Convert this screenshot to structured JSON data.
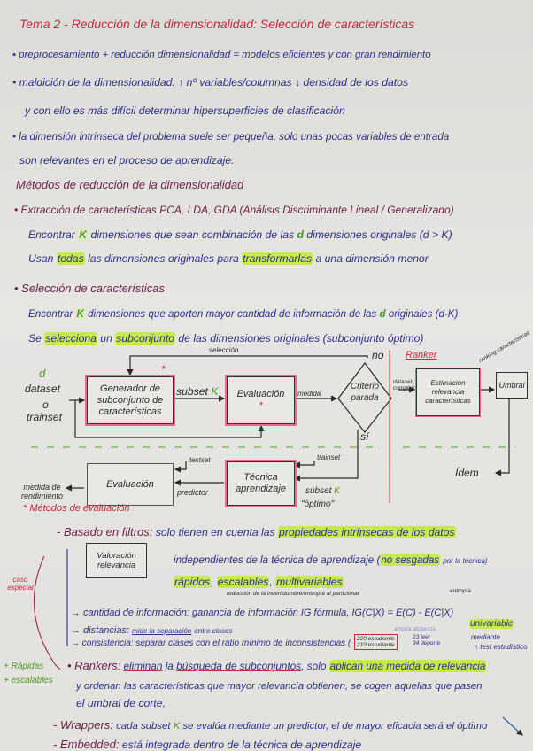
{
  "title": "Tema 2 - Reducción de la dimensionalidad: Selección de características",
  "intro": {
    "l1": "• preprocesamiento + reducción dimensionalidad = modelos eficientes y con gran rendimiento",
    "l2": "• maldición de la dimensionalidad: ↑ nº variables/columnas ↓ densidad de los datos",
    "l3": "y con ello es más difícil determinar hipersuperficies de clasificación",
    "l4": "• la dimensión intrínseca del problema suele ser pequeña, solo unas pocas variables de entrada",
    "l5": "son relevantes en el proceso de aprendizaje."
  },
  "methods": {
    "heading": "Métodos de reducción de la dimensionalidad",
    "extraction": {
      "title": "• Extracción de características PCA, LDA, GDA (Análisis Discriminante Lineal / Generalizado)",
      "l1a": "Encontrar",
      "l1k": "K",
      "l1b": "dimensiones que sean combinación de las",
      "l1d": "d",
      "l1c": "dimensiones originales (d > K)",
      "l2a": "Usan",
      "l2h1": "todas",
      "l2b": "las dimensiones originales para",
      "l2h2": "transformarlas",
      "l2c": "a una dimensión menor"
    },
    "selection": {
      "title": "• Selección de características",
      "l1a": "Encontrar",
      "l1k": "K",
      "l1b": "dimensiones que aporten mayor cantidad de información de las",
      "l1d": "d",
      "l1c": "originales (d-K)",
      "l2a": "Se",
      "l2h1": "selecciona",
      "l2b": "un",
      "l2h2": "subconjunto",
      "l2c": "de las dimensiones originales (subconjunto óptimo)"
    }
  },
  "diagram": {
    "seleccion": "selección",
    "d": "d",
    "dataset": "dataset",
    "o": "o",
    "trainset_in": "trainset",
    "generador": "Generador de subconjunto de características",
    "subset": "subset",
    "k": "K",
    "evaluacion_top": "Evaluación",
    "asterisk": "*",
    "medida": "medida",
    "criterio": "Criterio parada",
    "no": "no",
    "si": "sí",
    "evaluacion_bottom": "Evaluación",
    "tecnica": "Técnica aprendizaje",
    "testset": "testset",
    "predictor": "predictor",
    "trainset": "trainset",
    "subset_opt": "subset",
    "optimo": "\"óptimo\"",
    "medida_rend": "medida de rendimiento",
    "ranker": {
      "title": "Ranker",
      "dataset_completo": "dataset completo",
      "estimacion": "Estimación relevancia características",
      "ranking": "ranking características",
      "umbral": "Umbral",
      "idem": "Ídem"
    }
  },
  "evaluation": {
    "heading": "* Métodos de evaluación",
    "filtros": {
      "label": "- Basado en filtros:",
      "l1a": "solo tienen en cuenta las",
      "l1h": "propiedades intrínsecas de los datos",
      "box": "Valoración relevancia",
      "l2a": "independientes de la técnica de aprendizaje (",
      "l2h": "no sesgadas",
      "l2b": "por la técnica)",
      "l3h1": "rápidos",
      "l3h2": "escalables",
      "l3h3": "multivariables",
      "note_red": "reducción de la incertidumbre/entropía al particionar",
      "note_entropia": "entropía",
      "caso": "caso especial",
      "info": "→ cantidad de información: ganancia de información IG fórmula, IG(C|X) = E(C) - E(C|X)",
      "dist_label": "→ distancias:",
      "dist_ul": "mide la separación",
      "dist_rest": "entre clases",
      "dist_note": "amplía distancia",
      "cons": "→ consistencia: separar clases con el ratio mínimo de inconsistencias (",
      "cons_t1": "220 estudiante",
      "cons_t2": "210 estudiante",
      "cons_v1": "23 leer",
      "cons_v2": "34 deporte",
      "univ": "univariable",
      "mediante": "mediante",
      "test": "↑ test estadístico"
    },
    "rankers": {
      "plus1": "+ Rápidas",
      "plus2": "+ escalables",
      "l1a": "• Rankers:",
      "l1u1": "eliminan",
      "l1b": "la",
      "l1u2": "búsqueda de subconjuntos",
      "l1c": ", solo",
      "l1h": "aplican una medida de relevancia",
      "l2": "y ordenan las características que mayor relevancia obtienen, se cogen aquellas que pasen",
      "l3": "el umbral de corte."
    },
    "wrappers": {
      "label": "- Wrappers:",
      "a": "cada subset",
      "k": "K",
      "b": "se evalúa mediante un predictor, el de mayor eficacia será el óptimo"
    },
    "embedded": {
      "label": "- Embedded:",
      "text": "está integrada dentro de la técnica de aprendizaje"
    }
  },
  "colors": {
    "ink": "#2c2f86",
    "title": "#c8283c",
    "highlight": "#c6e94e",
    "accent_green": "#4f9a2a",
    "box_pink": "#ef6a8a"
  }
}
